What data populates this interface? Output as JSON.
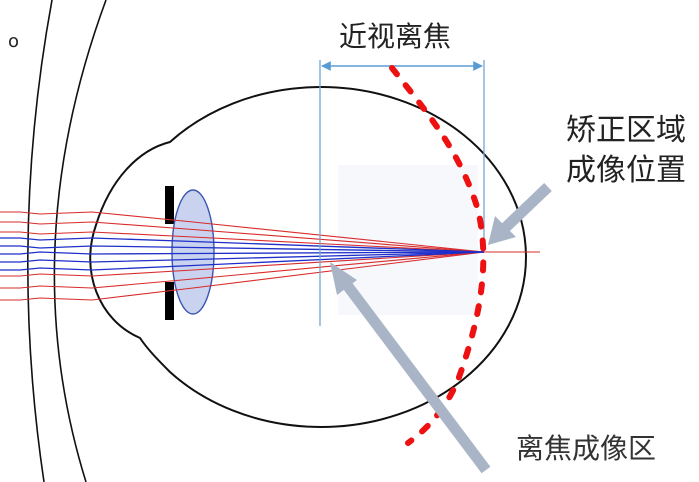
{
  "labels": {
    "myopic_defocus": "近视离焦",
    "corrected_area_line1": "矫正区域",
    "corrected_area_line2": "成像位置",
    "defocus_area": "离焦成像区",
    "corner_mark": "o"
  },
  "colors": {
    "eye_outline": "#111111",
    "lens_fill": "#c9d3ef",
    "lens_stroke": "#3b56b0",
    "ray_red": "#d92b2b",
    "ray_blue": "#1f2fc9",
    "focal_guide": "#6fa7d6",
    "dimension_arrow": "#5b9bd5",
    "pointer_arrow": "#a9b5c7",
    "defocus_curve": "#ee1111",
    "iris": "#000000"
  },
  "icons": {
    "pointer": "gray-arrow-icon",
    "dimension": "double-arrow-icon"
  }
}
